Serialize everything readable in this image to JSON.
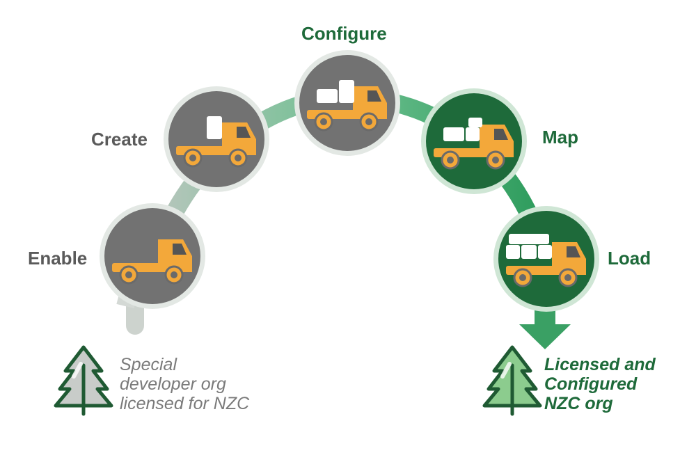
{
  "steps": [
    {
      "label": "Enable",
      "state": "gray",
      "load": "empty"
    },
    {
      "label": "Create",
      "state": "gray",
      "load": "one-box"
    },
    {
      "label": "Configure",
      "state": "gray",
      "load": "two-boxes"
    },
    {
      "label": "Map",
      "state": "green",
      "load": "three-boxes"
    },
    {
      "label": "Load",
      "state": "green",
      "load": "full"
    }
  ],
  "start": {
    "icon": "tree-icon",
    "caption": [
      "Special",
      "developer org",
      "licensed for NZC"
    ]
  },
  "end": {
    "icon": "tree-icon",
    "caption": [
      "Licensed and",
      "Configured",
      "NZC org"
    ]
  },
  "colors": {
    "gray_circle": "#727272",
    "green_circle": "#1e6a3a",
    "truck": "#f3a83a",
    "label_gray": "#5a5a5a",
    "label_green": "#1e6a3a",
    "arrow_green": "#3aa064"
  }
}
